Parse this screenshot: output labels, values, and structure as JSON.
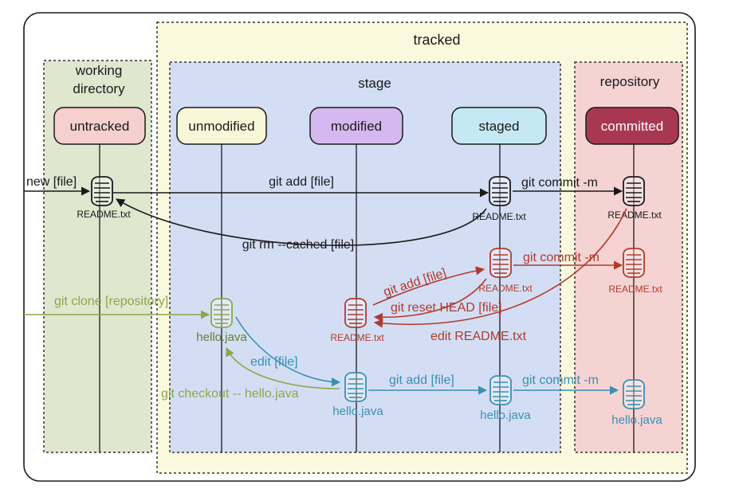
{
  "regions": {
    "tracked": "tracked",
    "working_directory_line1": "working",
    "working_directory_line2": "directory",
    "stage": "stage",
    "repository": "repository"
  },
  "states": {
    "untracked": "untracked",
    "unmodified": "unmodified",
    "modified": "modified",
    "staged": "staged",
    "committed": "committed"
  },
  "files": {
    "readme": "README.txt",
    "hello": "hello.java"
  },
  "commands": {
    "new_file": "new [file]",
    "git_add_top": "git add [file]",
    "git_commit_top": "git commit -m",
    "git_rm_cached": "git rm --cached [file]",
    "git_add_mid": "git add [file]",
    "git_commit_mid": "git commit -m",
    "git_reset_head": "git reset HEAD [file]",
    "edit_readme": "edit README.txt",
    "git_clone": "git clone [repository]",
    "edit_file": "edit [file]",
    "git_checkout": "git checkout -- hello.java",
    "git_add_bottom": "git add [file]",
    "git_commit_bottom": "git commit -m"
  },
  "colors": {
    "black": "#1a1a1a",
    "red": "#b23a2a",
    "green": "#8aa84a",
    "blue": "#3b8fb0",
    "untracked_fill": "#f6cfcf",
    "unmodified_fill": "#f7f6d6",
    "modified_fill": "#d5b8ef",
    "staged_fill": "#c5e9f4",
    "committed_fill": "#a83852",
    "working_bg": "#dfe7cf",
    "tracked_bg": "#fbf9dd",
    "stage_bg": "#d3def5",
    "repo_bg": "#f5d3d3"
  }
}
